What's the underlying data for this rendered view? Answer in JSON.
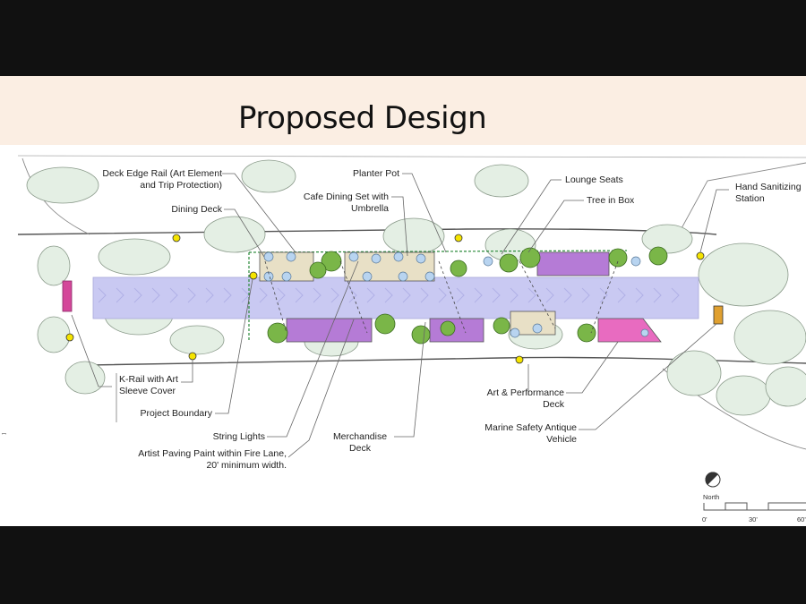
{
  "slide": {
    "title": "Proposed Design"
  },
  "labels": {
    "deck_edge_rail": [
      "Deck Edge Rail (Art Element",
      "and Trip Protection)"
    ],
    "dining_deck": [
      "Dining Deck"
    ],
    "planter_pot": [
      "Planter Pot"
    ],
    "cafe_dining_set": [
      "Cafe Dining Set with",
      "Umbrella"
    ],
    "lounge_seats": [
      "Lounge Seats"
    ],
    "tree_in_box": [
      "Tree in Box"
    ],
    "hand_sanitizing": [
      "Hand Sanitizing",
      "Station"
    ],
    "k_rail": [
      "K-Rail with Art",
      "Sleeve Cover"
    ],
    "project_boundary": [
      "Project Boundary"
    ],
    "string_lights": [
      "String Lights"
    ],
    "artist_paving": [
      "Artist Paving Paint within Fire Lane,",
      "20' minimum width."
    ],
    "merchandise_deck": [
      "Merchandise",
      "Deck"
    ],
    "art_performance_deck": [
      "Art & Performance",
      "Deck"
    ],
    "marine_safety": [
      "Marine Safety Antique",
      "Vehicle"
    ]
  },
  "scale": {
    "north_label": "North",
    "ticks": [
      "0'",
      "30'",
      "60'"
    ]
  },
  "colors": {
    "band": "#fbeee3",
    "fire_lane": "#c9c9f2",
    "dining_deck": "#e8e0c6",
    "merchandise_deck": "#b57bd6",
    "art_performance_deck": "#e86bc0",
    "k_rail": "#d4479a",
    "tree_canopy": "#e4efe4",
    "planter": "#7ab648",
    "seat": "#b8d4f0",
    "sanitizer": "#f5e400",
    "vehicle": "#e0a030"
  }
}
